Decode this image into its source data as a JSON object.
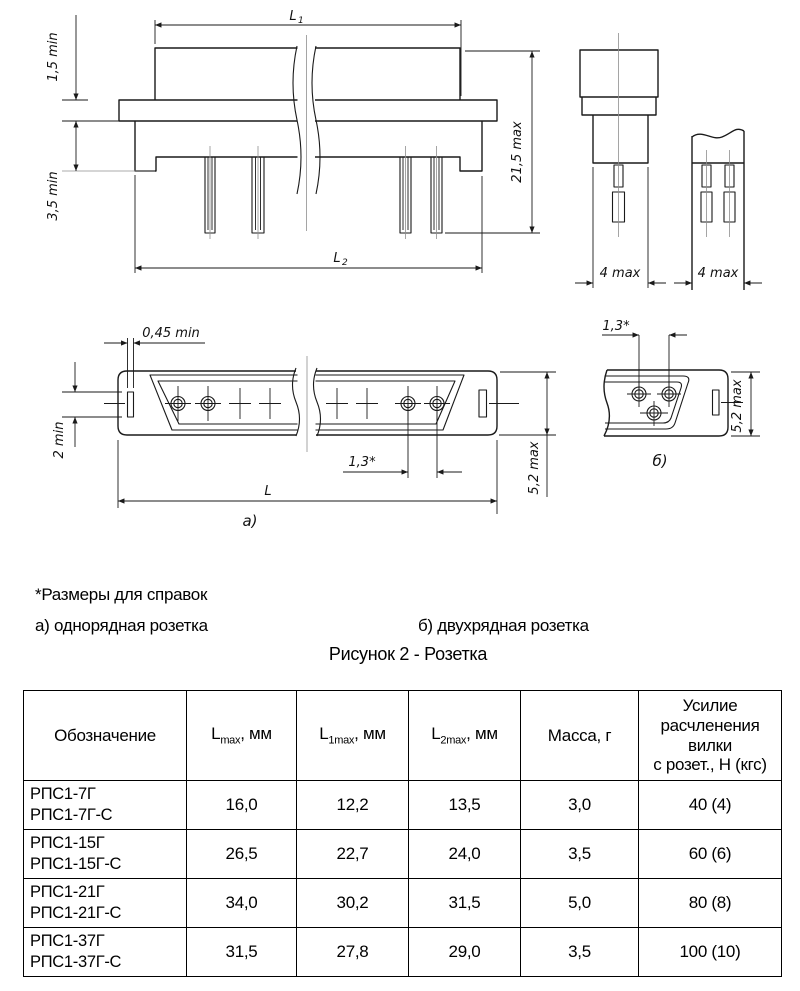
{
  "figure": {
    "note": "*Размеры для справок",
    "caption_a": "а) однорядная розетка",
    "caption_b": "б) двухрядная розетка",
    "title": "Рисунок 2 - Розетка",
    "labels": {
      "l1_main": "L",
      "l1_sub": "1",
      "l2_main": "L",
      "l2_sub": "2",
      "dim_1_5": "1,5 min",
      "dim_3_5": "3,5 min",
      "dim_21_5": "21,5 max",
      "dim_4max_cap": "4 max",
      "dim_4max_partial": "4 max",
      "dim_0_45": "0,45 min",
      "dim_2min": "2 min",
      "dim_1_3_a": "1,3*",
      "dim_1_3_b": "1,3*",
      "dim_L": "L",
      "dim_5_2_a": "5,2 max",
      "dim_5_2_b": "5,2 max",
      "view_a": "а)",
      "view_b": "б)"
    }
  },
  "table": {
    "headers": {
      "col0": "Обозначение",
      "col1": {
        "main": "L",
        "sub": "max",
        "rest": ", мм"
      },
      "col2": {
        "main": "L",
        "sub": "1max",
        "rest": ", мм"
      },
      "col3": {
        "main": "L",
        "sub": "2max",
        "rest": ", мм"
      },
      "col4": "Масса, г",
      "col5": "Усилие\nрасчленения\nвилки\nс розет., Н (кгс)"
    },
    "rows": [
      {
        "name": "РПС1-7Г\nРПС1-7Г-С",
        "lmax": "16,0",
        "l1max": "12,2",
        "l2max": "13,5",
        "mass": "3,0",
        "force": "40 (4)"
      },
      {
        "name": "РПС1-15Г\nРПС1-15Г-С",
        "lmax": "26,5",
        "l1max": "22,7",
        "l2max": "24,0",
        "mass": "3,5",
        "force": "60 (6)"
      },
      {
        "name": "РПС1-21Г\nРПС1-21Г-С",
        "lmax": "34,0",
        "l1max": "30,2",
        "l2max": "31,5",
        "mass": "5,0",
        "force": "80 (8)"
      },
      {
        "name": "РПС1-37Г\nРПС1-37Г-С",
        "lmax": "31,5",
        "l1max": "27,8",
        "l2max": "29,0",
        "mass": "3,5",
        "force": "100 (10)"
      }
    ]
  }
}
